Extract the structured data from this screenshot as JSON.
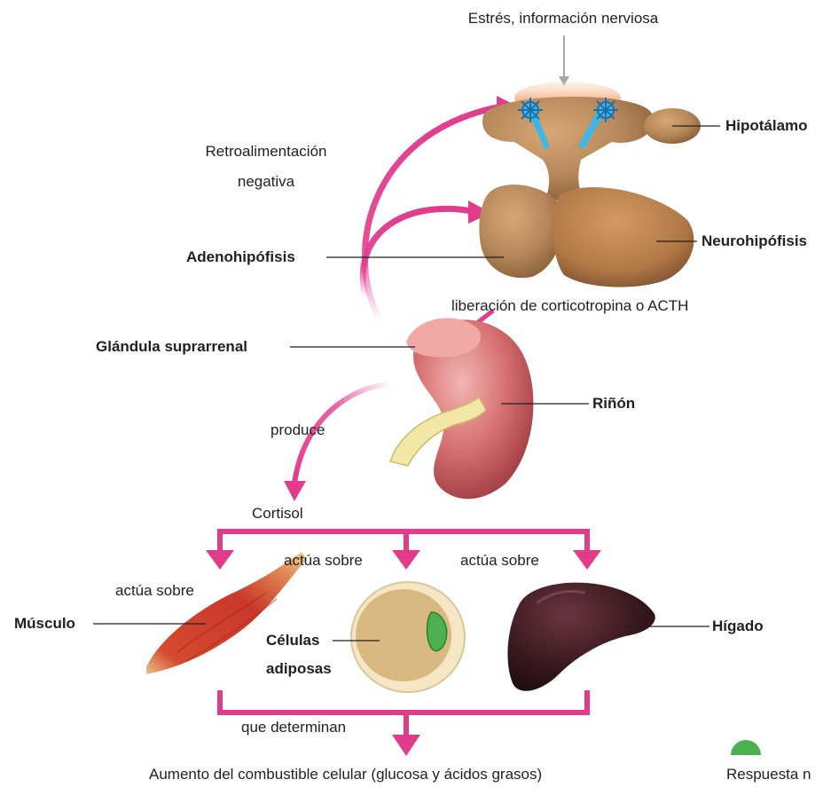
{
  "labels": {
    "stimulus": "Estrés, información nerviosa",
    "hypothalamus": "Hipotálamo",
    "feedback_line1": "Retroalimentación",
    "feedback_line2": "negativa",
    "adenohypophysis": "Adenohipófisis",
    "neurohypophysis": "Neurohipófisis",
    "acth": "liberación de corticotropina o ACTH",
    "adrenal_gland": "Glándula suprarrenal",
    "kidney": "Riñón",
    "produce": "produce",
    "cortisol": "Cortisol",
    "acts_on_left": "actúa sobre",
    "acts_on_middle": "actúa sobre",
    "acts_on_right": "actúa sobre",
    "muscle": "Músculo",
    "fat_cells_line1": "Células",
    "fat_cells_line2": "adiposas",
    "liver": "Hígado",
    "determine": "que determinan",
    "result": "Aumento del combustible celular (glucosa y ácidos grasos)",
    "cut_off_text": "Respuesta n"
  },
  "colors": {
    "arrow_pink": "#e13c8c",
    "pituitary_brown": "#b5875a",
    "neuron_blue": "#3fb6e3",
    "kidney_red": "#c6575b",
    "liver_dark": "#3b1a1f",
    "muscle_red": "#c9382a",
    "fat_cell_tan": "#d9b982",
    "green_dot": "#4caf50"
  }
}
